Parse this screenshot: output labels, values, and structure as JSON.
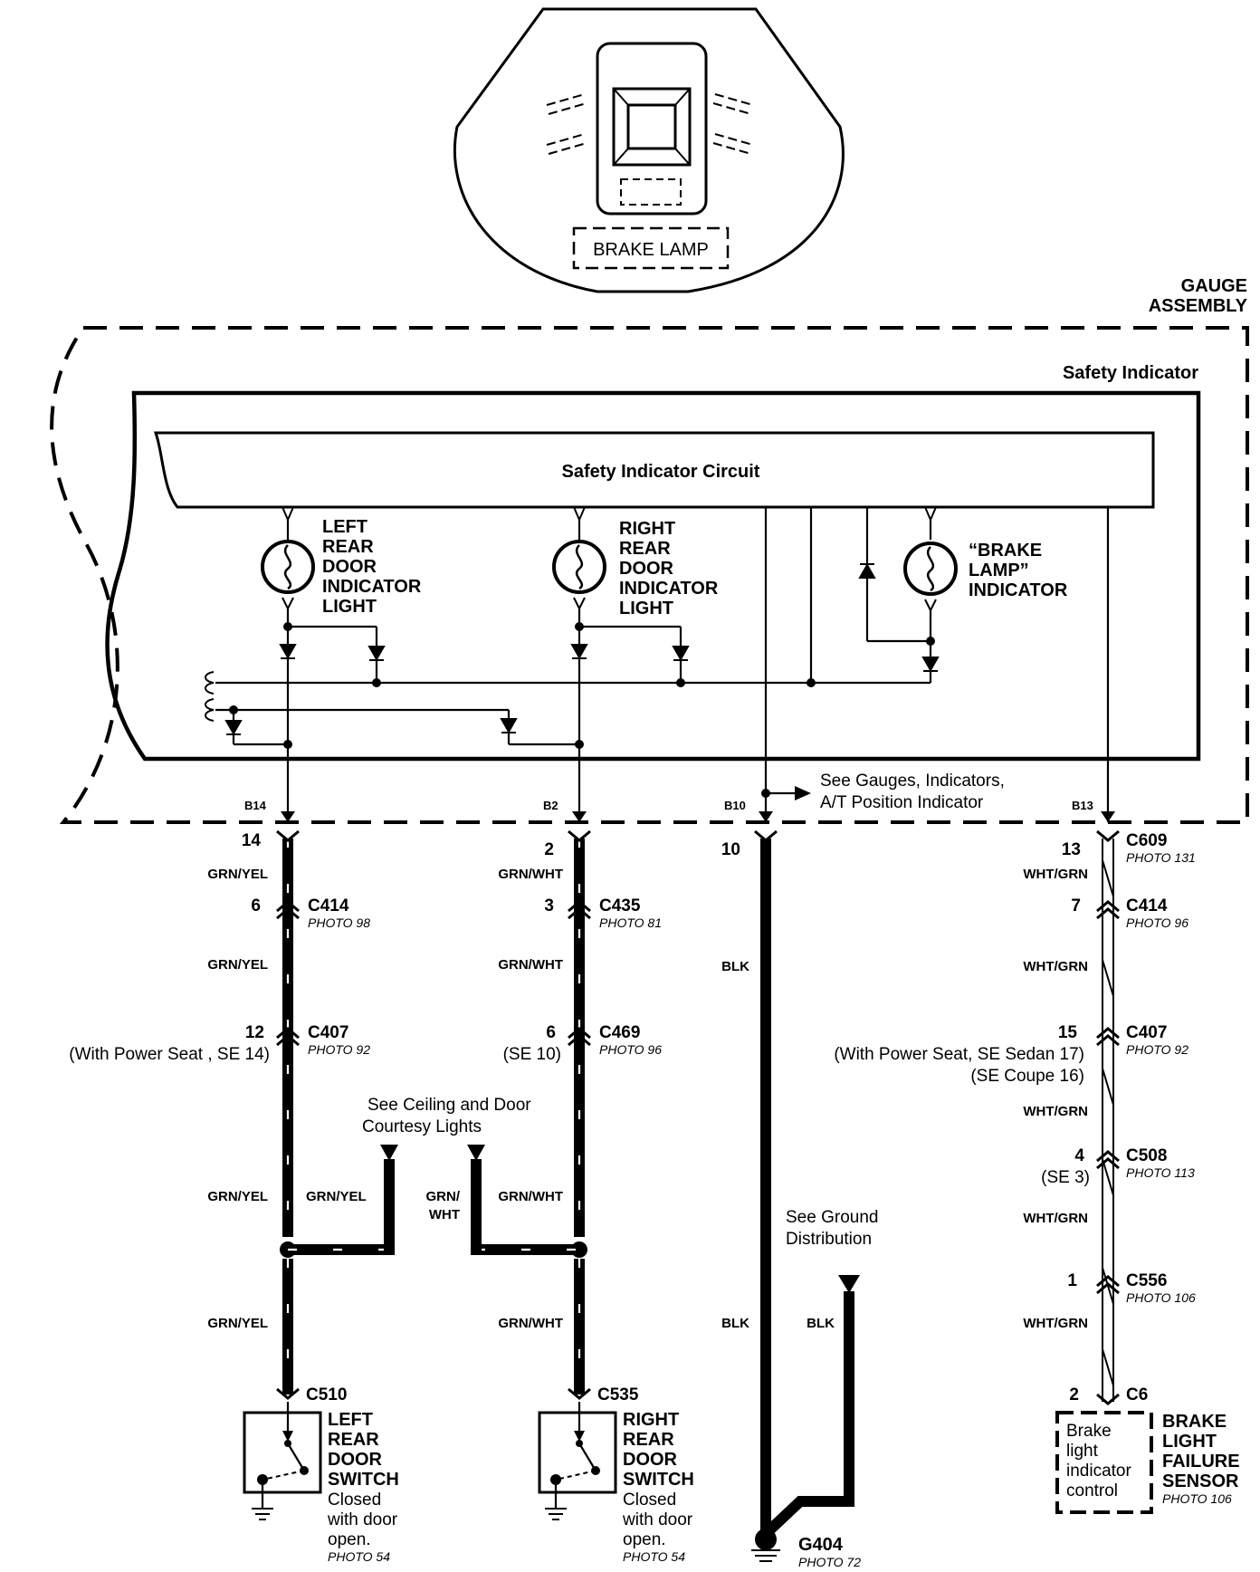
{
  "top_icon": {
    "label": "BRAKE LAMP"
  },
  "gauge_assembly": {
    "line1": "GAUGE",
    "line2": "ASSEMBLY"
  },
  "safety_indicator": {
    "title": "Safety Indicator",
    "circuit": "Safety Indicator Circuit"
  },
  "lights": {
    "left": [
      "LEFT",
      "REAR",
      "DOOR",
      "INDICATOR",
      "LIGHT"
    ],
    "right": [
      "RIGHT",
      "REAR",
      "DOOR",
      "INDICATOR",
      "LIGHT"
    ],
    "brake": [
      "“BRAKE",
      "LAMP”",
      "INDICATOR"
    ]
  },
  "see_gauges": {
    "line1": "See Gauges, Indicators,",
    "line2": "A/T Position Indicator"
  },
  "pins": {
    "b14": "B14",
    "b2": "B2",
    "b10": "B10",
    "b13": "B13"
  },
  "col_left": {
    "pin_top": "14",
    "wire1": "GRN/YEL",
    "c414_pin": "6",
    "c414": "C414",
    "c414_photo": "PHOTO 98",
    "wire2": "GRN/YEL",
    "c407_pin": "12",
    "c407": "C407",
    "c407_photo": "PHOTO 92",
    "c407_note": "(With Power Seat , SE 14)",
    "wire3": "GRN/YEL",
    "wire4": "GRN/YEL",
    "wire5": "GRN/YEL",
    "switch_conn": "C510",
    "switch": [
      "LEFT",
      "REAR",
      "DOOR",
      "SWITCH"
    ],
    "switch_note": [
      "Closed",
      "with door",
      "open."
    ],
    "switch_photo": "PHOTO 54"
  },
  "courtesy": {
    "line1": "See Ceiling and Door",
    "line2": "Courtesy Lights"
  },
  "col_mid": {
    "pin_top": "2",
    "wire1": "GRN/WHT",
    "c435_pin": "3",
    "c435": "C435",
    "c435_photo": "PHOTO 81",
    "wire2": "GRN/WHT",
    "c469_pin": "6",
    "c469": "C469",
    "c469_photo": "PHOTO 96",
    "c469_note": "(SE 10)",
    "wire3a": "GRN/",
    "wire3b": "WHT",
    "wire4": "GRN/WHT",
    "wire5": "GRN/WHT",
    "switch_conn": "C535",
    "switch": [
      "RIGHT",
      "REAR",
      "DOOR",
      "SWITCH"
    ],
    "switch_note": [
      "Closed",
      "with door",
      "open."
    ],
    "switch_photo": "PHOTO 54"
  },
  "col_gnd": {
    "pin_top": "10",
    "wire1": "BLK",
    "wire2": "BLK",
    "wire3": "BLK",
    "ground_line1": "See Ground",
    "ground_line2": "Distribution",
    "g404": "G404",
    "g404_photo": "PHOTO 72"
  },
  "col_right": {
    "pin_top": "13",
    "c609": "C609",
    "c609_photo": "PHOTO 131",
    "wire1": "WHT/GRN",
    "c414_pin": "7",
    "c414": "C414",
    "c414_photo": "PHOTO 96",
    "wire2": "WHT/GRN",
    "c407_pin": "15",
    "c407": "C407",
    "c407_photo": "PHOTO 92",
    "c407_note1": "(With Power Seat, SE Sedan 17)",
    "c407_note2": "(SE Coupe 16)",
    "wire3": "WHT/GRN",
    "c508_pin": "4",
    "c508_note": "(SE 3)",
    "c508": "C508",
    "c508_photo": "PHOTO 113",
    "wire4": "WHT/GRN",
    "c556_pin": "1",
    "c556": "C556",
    "c556_photo": "PHOTO 106",
    "wire5": "WHT/GRN",
    "c6_pin": "2",
    "c6": "C6",
    "sensor_box": [
      "Brake",
      "light",
      "indicator",
      "control"
    ],
    "sensor": [
      "BRAKE",
      "LIGHT",
      "FAILURE",
      "SENSOR"
    ],
    "sensor_photo": "PHOTO 106"
  }
}
